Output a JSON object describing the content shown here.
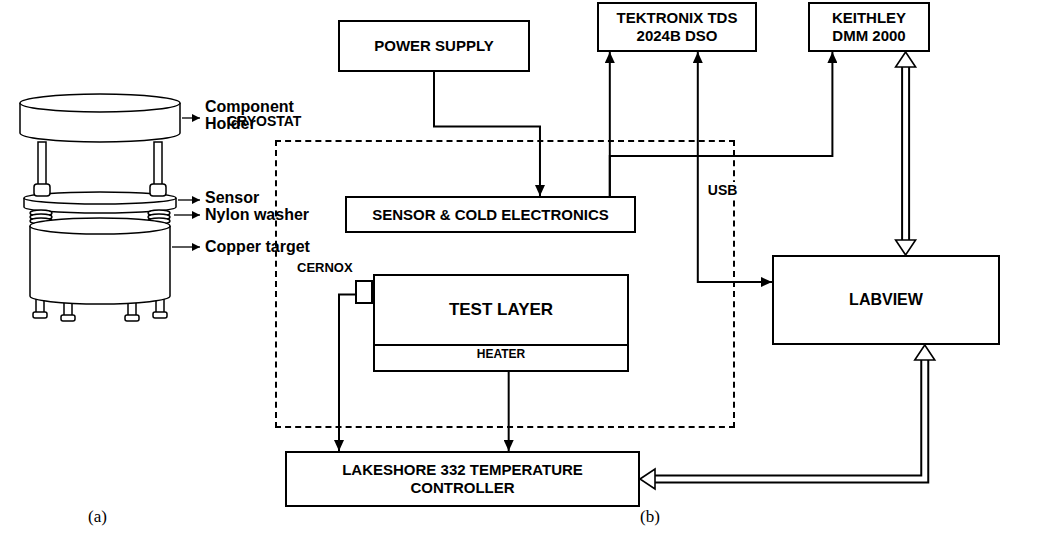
{
  "diagram": {
    "nodes": [
      {
        "text": [
          "POWER SUPPLY"
        ]
      },
      {
        "text": [
          "TEKTRONIX TDS 2024B DSO"
        ]
      },
      {
        "text": [
          "KEITHLEY DMM 2000"
        ]
      },
      {
        "text": [
          "CRYOSTAT"
        ]
      },
      {
        "text": [
          "SENSOR & COLD ELECTRONICS"
        ],
        "in": 3
      },
      {
        "text": [
          "TEST LAYER"
        ],
        "in": 3
      },
      {
        "text": [
          "HEATER"
        ],
        "in": 3
      },
      {
        "text": [
          "CERNOX"
        ],
        "in": 3
      },
      {
        "text": [
          "LABVIEW"
        ]
      },
      {
        "text": [
          "LAKESHORE 332 TEMPERATURE CONTROLLER"
        ]
      }
    ],
    "edges": [
      {
        "from": 0,
        "to": 4,
        "arrow": "to"
      },
      {
        "from": 4,
        "to": 1,
        "arrow": "to"
      },
      {
        "from": 4,
        "to": 2,
        "arrow": "to"
      },
      {
        "from": 1,
        "to": 8,
        "label": "USB",
        "arrow": "both"
      },
      {
        "from": 2,
        "to": 8,
        "arrow": "both"
      },
      {
        "from": 8,
        "to": 9,
        "arrow": "both"
      },
      {
        "from": 7,
        "to": 9,
        "arrow": "to"
      },
      {
        "from": 6,
        "to": 9,
        "arrow": "to"
      }
    ],
    "labels": [
      "Component Holder",
      "Sensor",
      "Nylon washer",
      "Copper target",
      "(a)",
      "(b)"
    ]
  }
}
